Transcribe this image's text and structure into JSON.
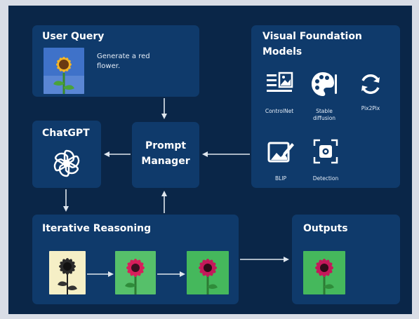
{
  "user_query": {
    "title": "User Query",
    "text_line1": "Generate a red",
    "text_line2": "flower."
  },
  "vfm": {
    "title_line1": "Visual Foundation",
    "title_line2": "Models",
    "tools": [
      {
        "label_line1": "ControlNet",
        "label_line2": "",
        "icon": "image-text-icon"
      },
      {
        "label_line1": "Stable",
        "label_line2": "diffusion",
        "icon": "palette-icon"
      },
      {
        "label_line1": "Pix2Pix",
        "label_line2": "",
        "icon": "refresh-icon"
      },
      {
        "label_line1": "BLIP",
        "label_line2": "",
        "icon": "image-edit-icon"
      },
      {
        "label_line1": "Detection",
        "label_line2": "",
        "icon": "detection-icon"
      }
    ]
  },
  "chatgpt": {
    "title": "ChatGPT",
    "icon": "openai-logo-icon"
  },
  "prompt_manager": {
    "title_line1": "Prompt",
    "title_line2": "Manager"
  },
  "iterative_reasoning": {
    "title": "Iterative Reasoning"
  },
  "outputs": {
    "title": "Outputs"
  },
  "colors": {
    "background": "#0a2648",
    "box": "#0f3a6b",
    "arrow": "#dfe6ee",
    "flower_red": "#d81e5b",
    "leaf_green": "#3fae5a"
  }
}
